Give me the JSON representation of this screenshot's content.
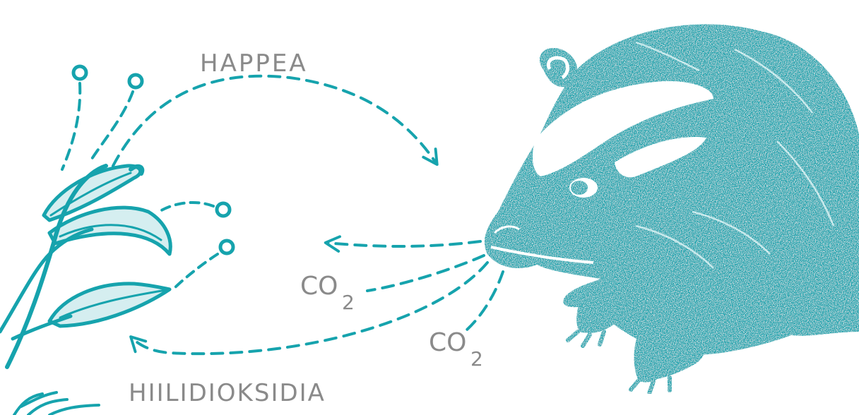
{
  "colors": {
    "ink": "#16a3ad",
    "label": "#8a8a8a",
    "background": "#ffffff"
  },
  "labels": {
    "oxygen": "HAPPEA",
    "carbon_dioxide": "HIILIDIOKSIDIA",
    "co2_main": "CO",
    "co2_sub": "2"
  },
  "figures": {
    "plant": "plant-leaves",
    "animal": "badger-head"
  }
}
